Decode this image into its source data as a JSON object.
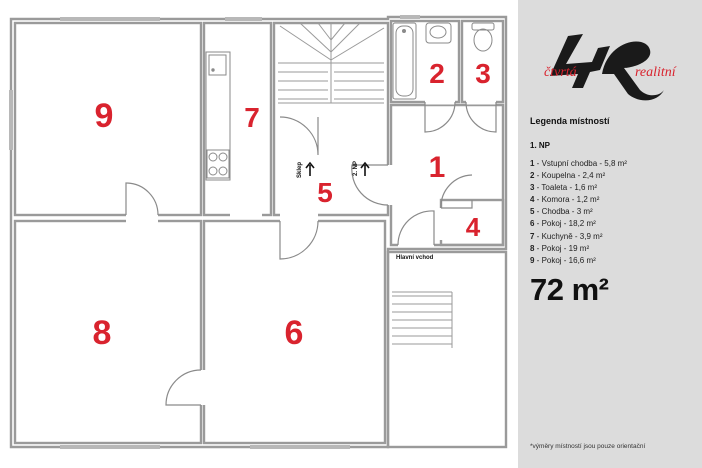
{
  "brand": {
    "logo_mark": "4R",
    "word_left": "čtvrtá",
    "word_right": "realitní"
  },
  "legend": {
    "title": "Legenda místností",
    "floor": "1. NP",
    "items": [
      {
        "num": "1",
        "text": "Vstupní chodba - 5,8 m²"
      },
      {
        "num": "2",
        "text": "Koupelna - 2,4 m²"
      },
      {
        "num": "3",
        "text": "Toaleta - 1,6 m²"
      },
      {
        "num": "4",
        "text": "Komora - 1,2 m²"
      },
      {
        "num": "5",
        "text": "Chodba - 3 m²"
      },
      {
        "num": "6",
        "text": "Pokoj - 18,2 m²"
      },
      {
        "num": "7",
        "text": "Kuchyně - 3,9 m²"
      },
      {
        "num": "8",
        "text": "Pokoj - 19 m²"
      },
      {
        "num": "9",
        "text": "Pokoj - 16,6 m²"
      }
    ],
    "total_area": "72 m²",
    "footnote": "*výměry místností jsou pouze orientační"
  },
  "plan": {
    "room_labels": {
      "r1": "1",
      "r2": "2",
      "r3": "3",
      "r4": "4",
      "r5": "5",
      "r6": "6",
      "r7": "7",
      "r8": "8",
      "r9": "9"
    },
    "main_entrance": "Hlavní vchod",
    "closet_label": "Sklep",
    "up_label": "2. NP"
  },
  "colors": {
    "room_number": "#d9232e",
    "sidebar": "#dcdcdc",
    "walls": "#9a9a9a",
    "logo": "#1a1a1a"
  }
}
